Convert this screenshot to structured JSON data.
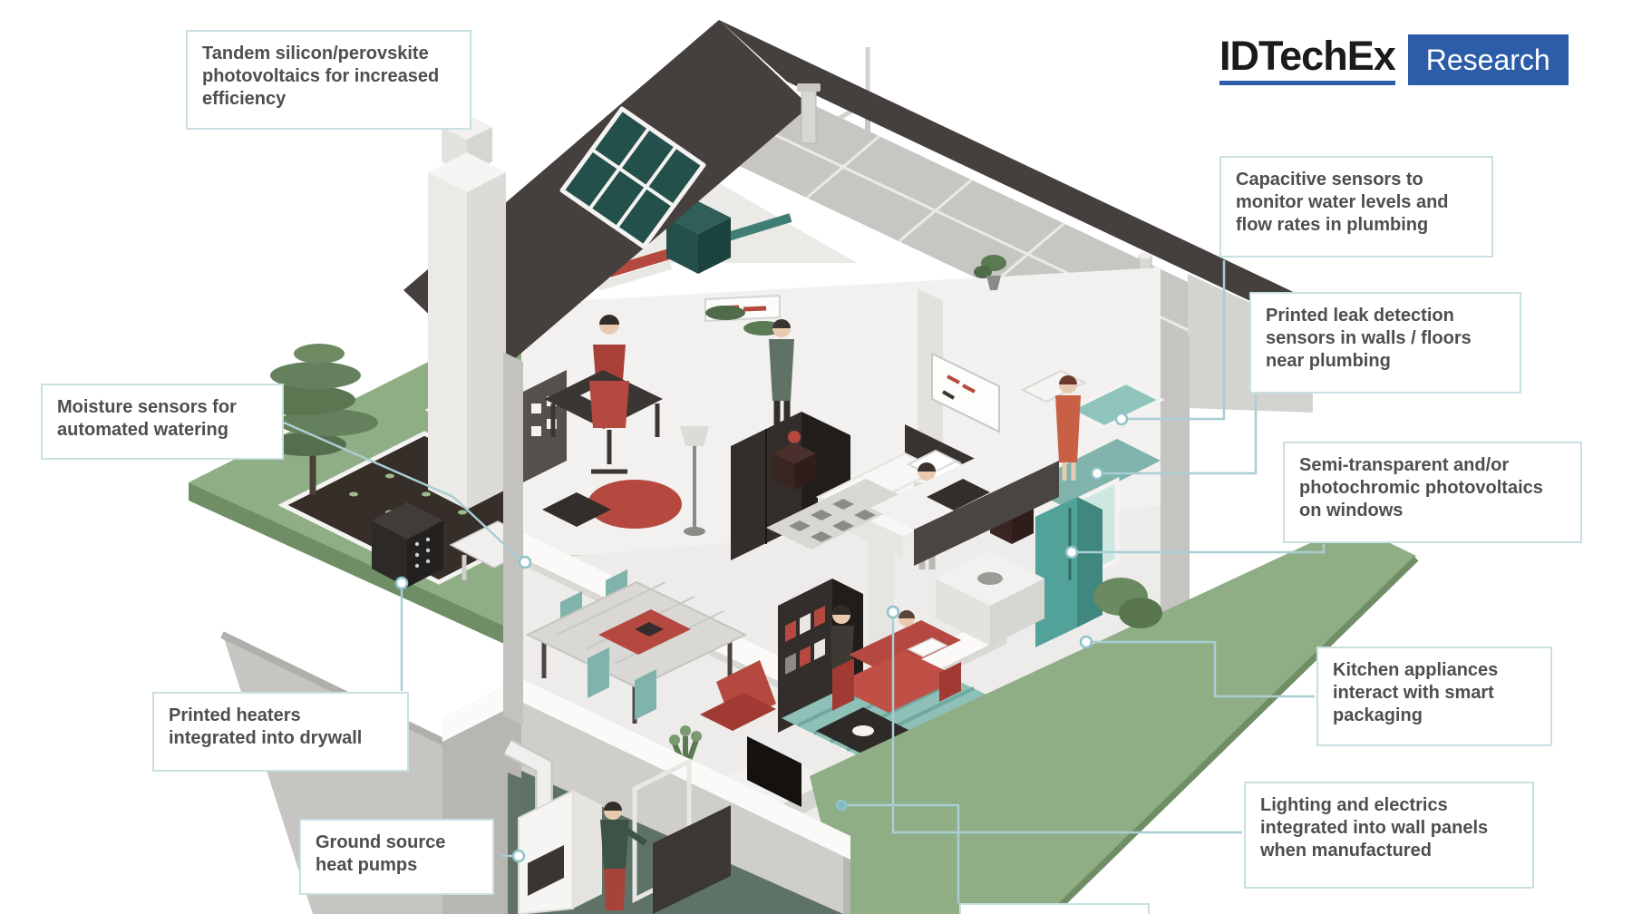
{
  "logo": {
    "brand": "IDTechEx",
    "suffix": "Research",
    "accent_color": "#2d5da8"
  },
  "callouts": {
    "tandem_pv": "Tandem silicon/perovskite photovoltaics for increased efficiency",
    "moisture_sensors": "Moisture sensors for automated watering",
    "printed_heaters": "Printed heaters integrated into drywall",
    "ground_source": "Ground source heat pumps",
    "capacitive_sensors": "Capacitive sensors to monitor water levels and flow rates in plumbing",
    "leak_detection": "Printed leak detection sensors in walls / floors near plumbing",
    "semi_transparent_pv": "Semi-transparent and/or photochromic photovoltaics on windows",
    "kitchen_appliances": "Kitchen appliances interact with smart packaging",
    "lighting_electrics": "Lighting and electrics integrated into wall panels when manufactured"
  },
  "scene": {
    "description": "Isometric cutaway illustration of a two-storey smart home with basement, rooftop solar panel, wind turbine, garden with tree and soil beds, bedroom, home office, bathroom, kitchen with teal fridge, living room with red sofa, and basement boiler room",
    "colors": {
      "callout_border": "#c9e0e2",
      "leader_line": "#a9ced3",
      "roof": "#453f3d",
      "lawn": "#8fae85",
      "accent_red": "#b5493f",
      "accent_teal": "#53a29a",
      "solar_cell": "#24504b"
    }
  }
}
